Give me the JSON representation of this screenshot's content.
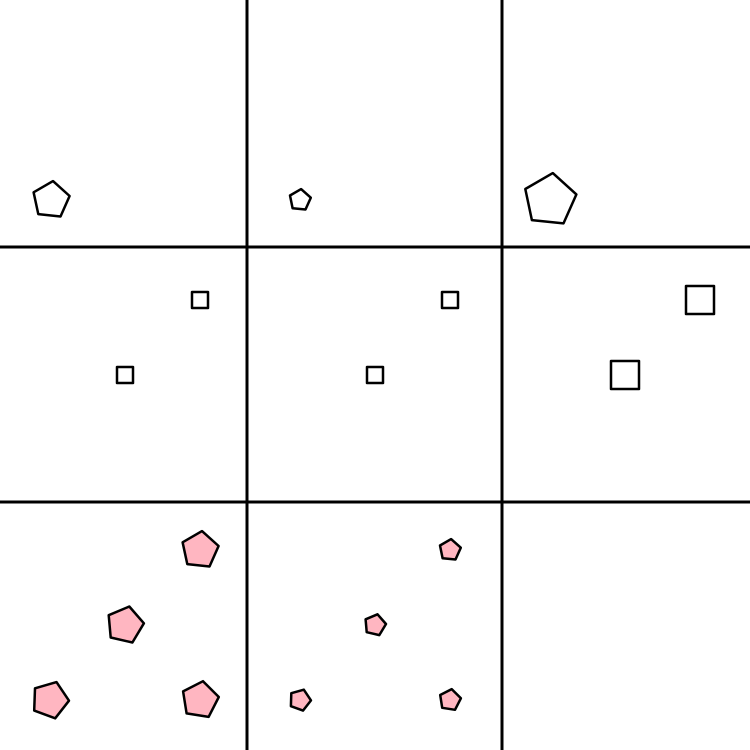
{
  "puzzle": {
    "rows": 3,
    "cols": 3,
    "line_color": "#000000",
    "background": "#ffffff",
    "shape_stroke": "#000000",
    "cells": [
      {
        "cell": "r1c1",
        "shape": "pentagon",
        "fill": "none",
        "size": "medium",
        "count": 1
      },
      {
        "cell": "r1c2",
        "shape": "pentagon",
        "fill": "none",
        "size": "small",
        "count": 1
      },
      {
        "cell": "r1c3",
        "shape": "pentagon",
        "fill": "none",
        "size": "large",
        "count": 1
      },
      {
        "cell": "r2c1",
        "shape": "square",
        "fill": "none",
        "size": "small",
        "count": 2
      },
      {
        "cell": "r2c2",
        "shape": "square",
        "fill": "none",
        "size": "small",
        "count": 2
      },
      {
        "cell": "r2c3",
        "shape": "square",
        "fill": "none",
        "size": "large",
        "count": 2
      },
      {
        "cell": "r3c1",
        "shape": "pentagon",
        "fill": "#ffb6c1",
        "size": "medium",
        "count": 4
      },
      {
        "cell": "r3c2",
        "shape": "pentagon",
        "fill": "#ffb6c1",
        "size": "small",
        "count": 4
      },
      {
        "cell": "r3c3",
        "shape": "empty",
        "fill": "none",
        "size": "none",
        "count": 0
      }
    ]
  }
}
